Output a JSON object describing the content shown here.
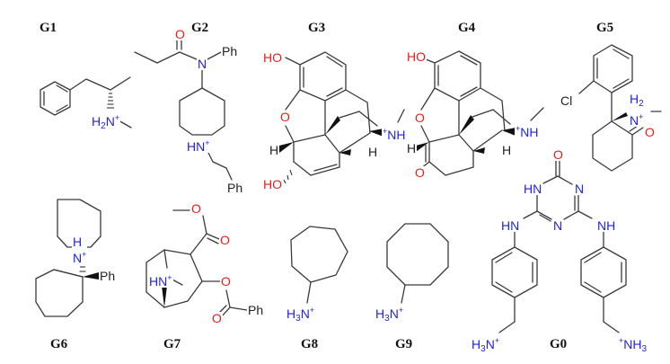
{
  "figure": {
    "colors": {
      "bond": "#3a3a3a",
      "nitrogen": "#1f1fe6",
      "oxygen": "#e81c1c",
      "label": "#111111",
      "background": "#ffffff"
    },
    "molecules": [
      {
        "id": "G1",
        "label": "G1",
        "atoms": [
          "H2N+"
        ]
      },
      {
        "id": "G2",
        "label": "G2",
        "atoms": [
          "O",
          "N",
          "Ph",
          "HN+",
          "Ph"
        ]
      },
      {
        "id": "G3",
        "label": "G3",
        "atoms": [
          "HO",
          "O",
          "H",
          "H",
          "NH+",
          "HO"
        ]
      },
      {
        "id": "G4",
        "label": "G4",
        "atoms": [
          "HO",
          "O",
          "H",
          "H",
          "NH+",
          "O"
        ]
      },
      {
        "id": "G5",
        "label": "G5",
        "atoms": [
          "Cl",
          "H2N+",
          "O"
        ]
      },
      {
        "id": "G6",
        "label": "G6",
        "atoms": [
          "HN+",
          "Ph"
        ]
      },
      {
        "id": "G7",
        "label": "G7",
        "atoms": [
          "O",
          "O",
          "HN+",
          "O",
          "O",
          "Ph"
        ]
      },
      {
        "id": "G8",
        "label": "G8",
        "atoms": [
          "H3N+"
        ]
      },
      {
        "id": "G9",
        "label": "G9",
        "atoms": [
          "H3N+"
        ]
      },
      {
        "id": "G0",
        "label": "G0",
        "atoms": [
          "O",
          "HN",
          "N",
          "HN",
          "N",
          "NH",
          "H3N+",
          "NH3+"
        ]
      }
    ]
  },
  "text": {
    "ph": "Ph",
    "o": "O",
    "n": "N",
    "h": "H",
    "ho": "HO",
    "cl": "Cl",
    "hn": "HN",
    "nh": "NH",
    "h_": "H",
    "n_": "N",
    "plus": "+",
    "two": "2",
    "three": "3",
    "minus": "—"
  }
}
